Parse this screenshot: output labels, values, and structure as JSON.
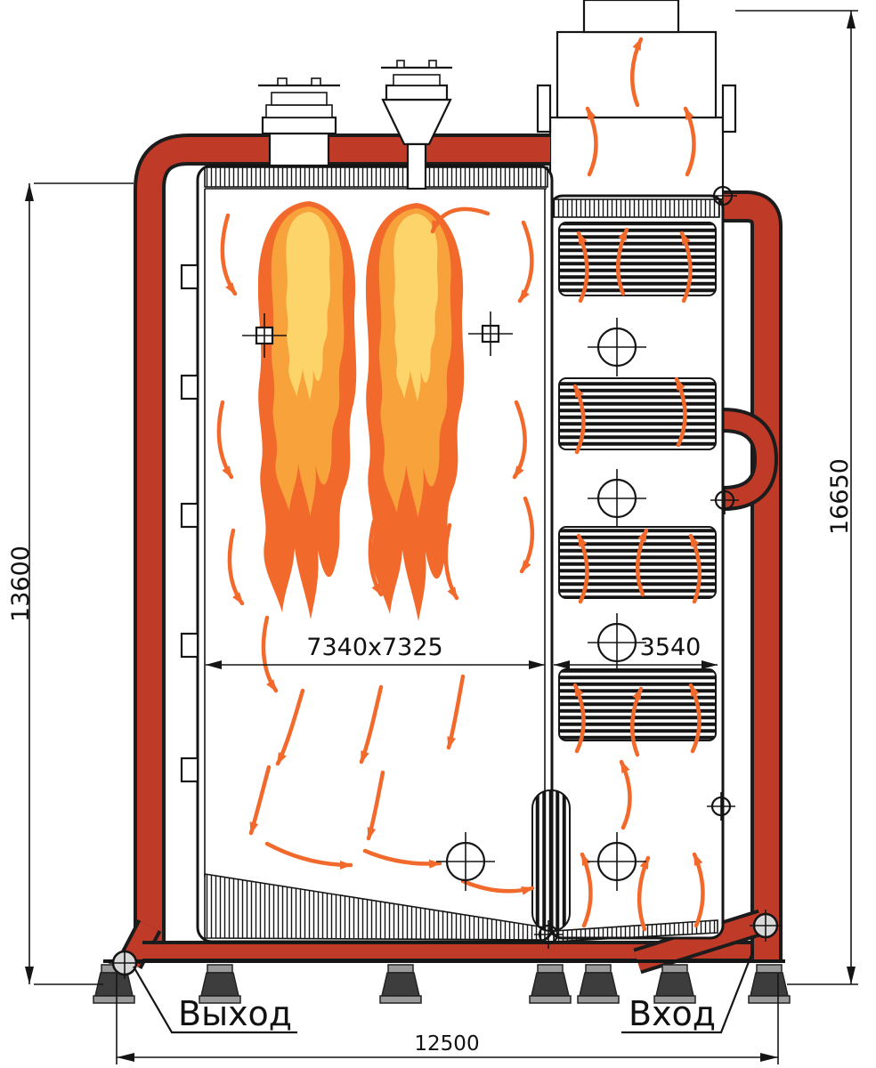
{
  "drawing": {
    "type": "boiler-side-section",
    "dimensions": {
      "furnace_height": "13600",
      "total_height": "16650",
      "furnace_width": "7340x7325",
      "convective_width": "3540",
      "total_length": "12500"
    },
    "labels": {
      "outlet": "Выход",
      "inlet": "Вход"
    },
    "colors": {
      "pipe_red": "#bf3a27",
      "flame_outer": "#f2692c",
      "flame_mid": "#f8a23c",
      "flame_core": "#fcd46a",
      "flow_orange": "#f2692c",
      "ink": "#151515",
      "foot_gray": "#3d3d3d",
      "foot_light": "#9a9a9a"
    }
  }
}
